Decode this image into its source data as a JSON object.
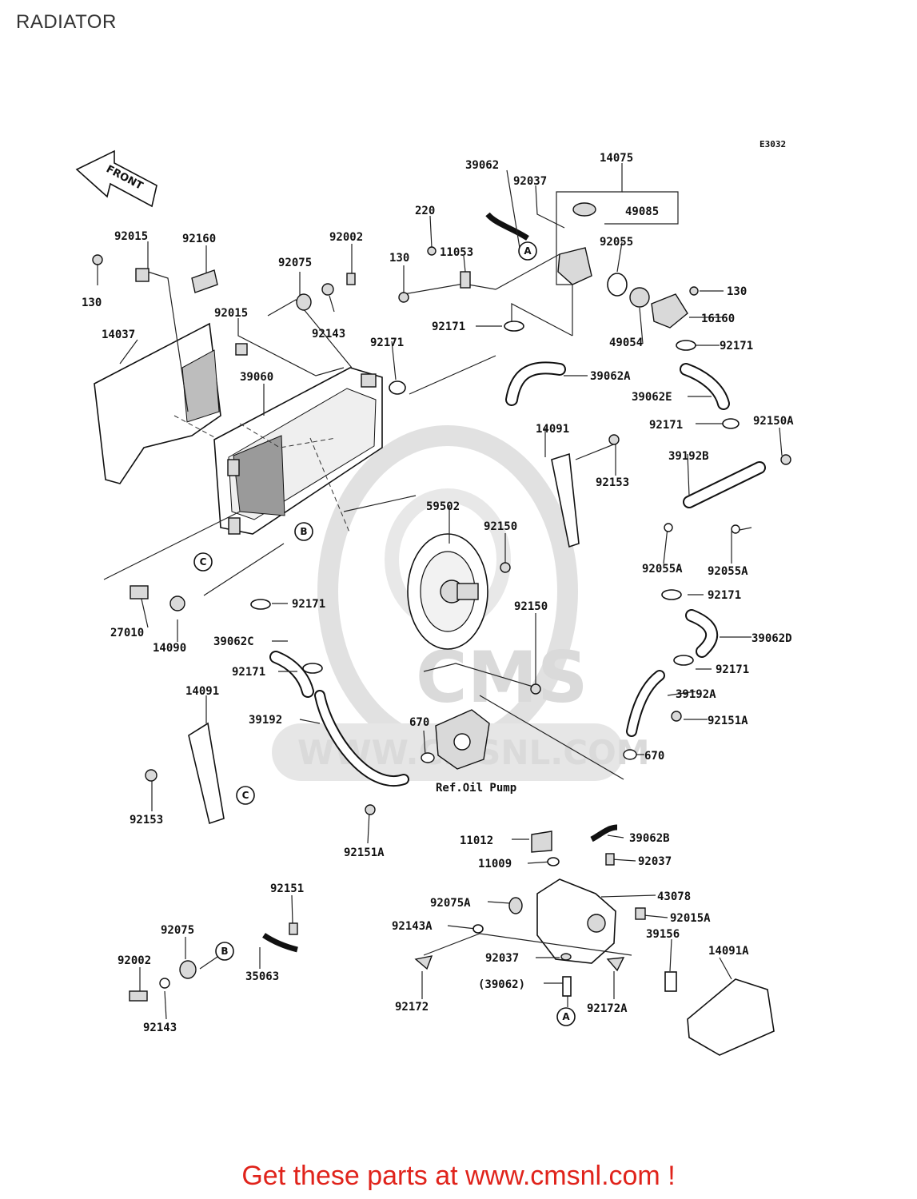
{
  "title": "RADIATOR",
  "diagram_code": "E3032",
  "front_label": "FRONT",
  "watermark": {
    "brand": "CMS",
    "url": "WWW.CMSNL.COM"
  },
  "ref_note": "Ref.Oil Pump",
  "circle_refs": [
    "A",
    "A",
    "B",
    "B",
    "C",
    "C"
  ],
  "part_labels": [
    "92015",
    "92160",
    "130",
    "14037",
    "92075",
    "92002",
    "92143",
    "92015",
    "39060",
    "220",
    "11053",
    "130",
    "39062",
    "92037",
    "14075",
    "49085",
    "92055",
    "92171",
    "92171",
    "130",
    "16160",
    "49054",
    "92171",
    "39062A",
    "39062E",
    "14091",
    "92153",
    "92171",
    "92150A",
    "39192B",
    "92055A",
    "92055A",
    "59502",
    "92150",
    "92150",
    "27010",
    "14090",
    "92171",
    "39062C",
    "92171",
    "92171",
    "39062D",
    "92171",
    "39192A",
    "92151A",
    "14091",
    "39192",
    "670",
    "670",
    "92153",
    "92151A",
    "11012",
    "39062B",
    "11009",
    "92037",
    "92075A",
    "43078",
    "92143A",
    "92015A",
    "92151",
    "92075",
    "39156",
    "14091A",
    "92002",
    "35063",
    "92037",
    "92172",
    "(39062)",
    "92172A",
    "92143"
  ],
  "footer": "Get these parts at www.cmsnl.com !"
}
